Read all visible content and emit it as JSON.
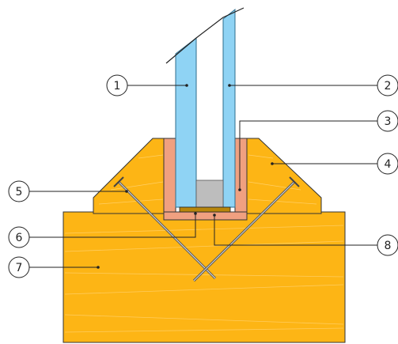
{
  "callouts": [
    {
      "id": "1",
      "text": "1"
    },
    {
      "id": "2",
      "text": "2"
    },
    {
      "id": "3",
      "text": "3"
    },
    {
      "id": "4",
      "text": "4"
    },
    {
      "id": "5",
      "text": "5"
    },
    {
      "id": "6",
      "text": "6"
    },
    {
      "id": "7",
      "text": "7"
    },
    {
      "id": "8",
      "text": "8"
    }
  ],
  "colors": {
    "wood": "#FDB515",
    "wood_grain": "#FFCF66",
    "glass": "#8FD3F4",
    "glass_edge": "#2E6E8E",
    "gasket": "#F0A080",
    "spacer": "#BDBDBD",
    "setting_block": "#B8860B",
    "line": "#222222"
  },
  "icons": [
    "glass-pane",
    "wood-frame",
    "glazing-bead",
    "nail",
    "setting-block",
    "spacer"
  ]
}
